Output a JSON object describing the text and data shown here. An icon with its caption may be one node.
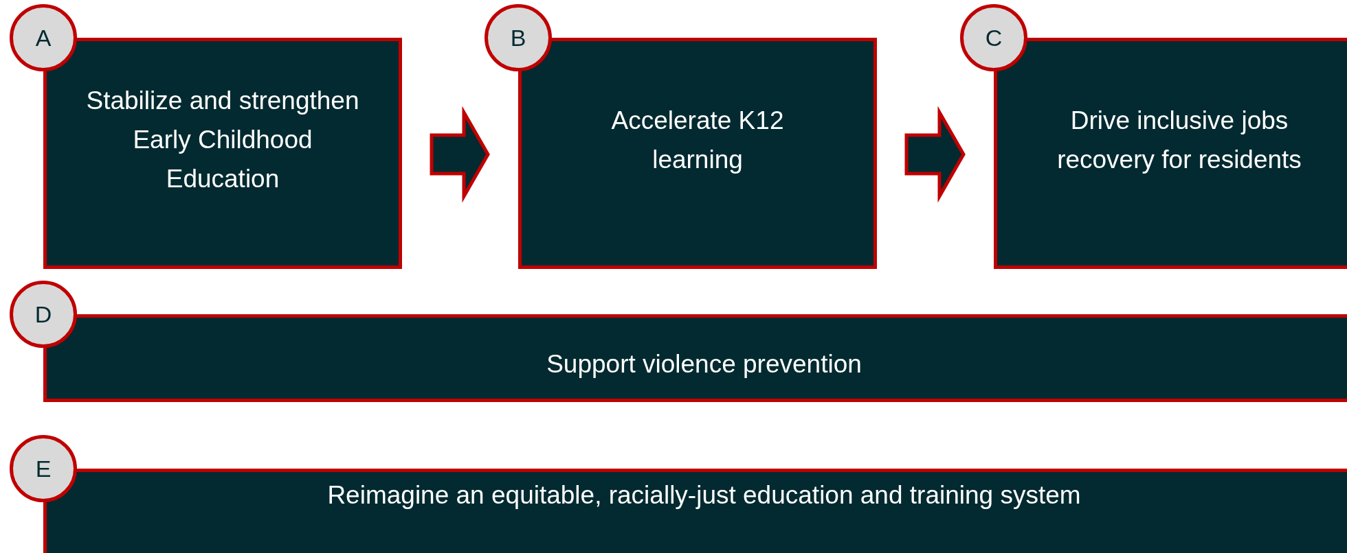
{
  "diagram": {
    "nodes": [
      {
        "text": [
          "A",
          "Stabilize and strengthen Early Childhood Education"
        ]
      },
      {
        "text": [
          "B",
          "Accelerate K12 learning"
        ]
      },
      {
        "text": [
          "C",
          "Drive inclusive jobs recovery for residents"
        ]
      },
      {
        "text": [
          "D",
          "Support violence prevention"
        ]
      },
      {
        "text": [
          "E",
          "Reimagine an equitable, racially-just education and training system"
        ]
      }
    ],
    "edges": [
      {
        "from": 0,
        "to": 1,
        "arrow": "to"
      },
      {
        "from": 1,
        "to": 2,
        "arrow": "to"
      }
    ]
  }
}
